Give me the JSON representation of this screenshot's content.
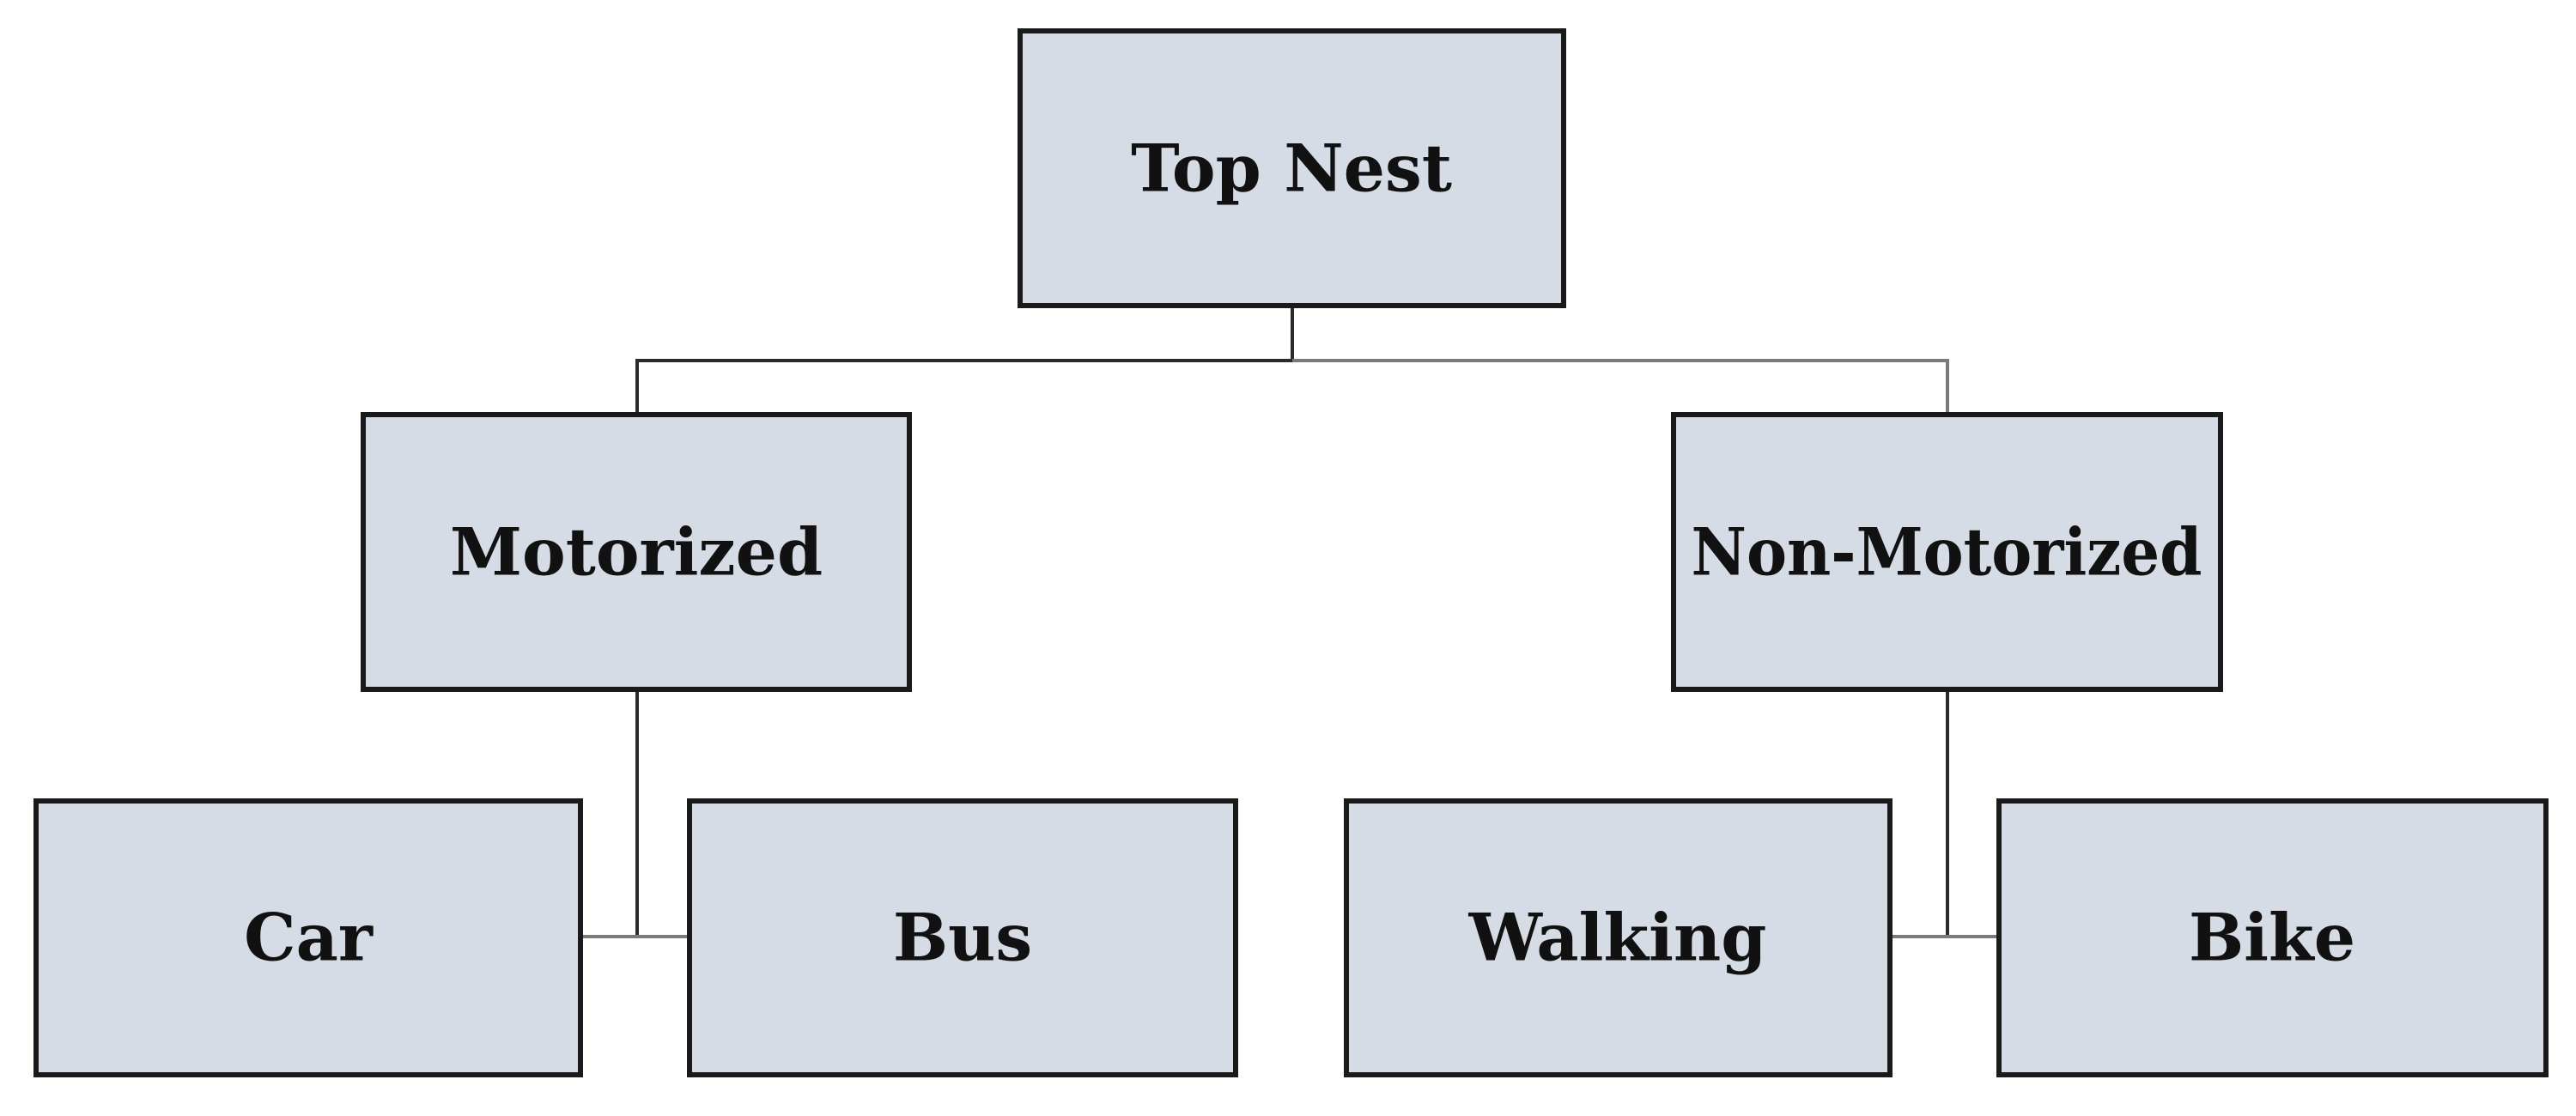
{
  "colors": {
    "box_fill": "#d6dce5",
    "box_border": "#1a1a1a",
    "connector_dark": "#2a2a2a",
    "connector_grey": "#7a7a7a",
    "text": "#111111"
  },
  "nodes": {
    "top": {
      "label": "Top Nest"
    },
    "motorized": {
      "label": "Motorized"
    },
    "non_motorized": {
      "label": "Non-Motorized"
    },
    "car": {
      "label": "Car"
    },
    "bus": {
      "label": "Bus"
    },
    "walking": {
      "label": "Walking"
    },
    "bike": {
      "label": "Bike"
    }
  }
}
